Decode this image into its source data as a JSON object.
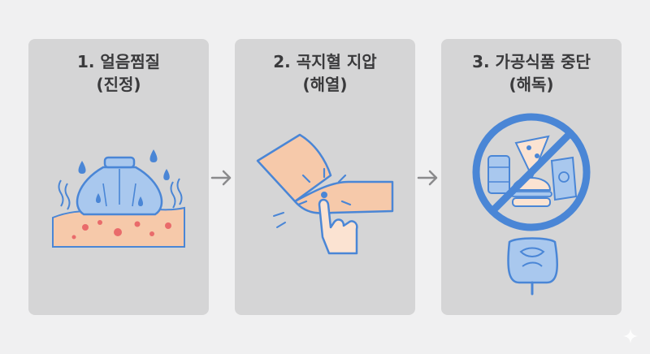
{
  "steps": [
    {
      "title": "1. 얼음찜질",
      "subtitle": "(진정)",
      "icon": "ice-pack-on-skin-icon"
    },
    {
      "title": "2. 곡지혈 지압",
      "subtitle": "(해열)",
      "icon": "elbow-acupressure-icon"
    },
    {
      "title": "3. 가공식품 중단",
      "subtitle": "(해독)",
      "icon": "no-processed-food-icon"
    }
  ],
  "colors": {
    "background": "#f0f0f1",
    "panel": "#d5d5d6",
    "text": "#3a3a3c",
    "outline_blue": "#4a86d6",
    "fill_blue": "#a9c8ee",
    "skin": "#f6c9aa",
    "spot_red": "#e96b6b"
  }
}
